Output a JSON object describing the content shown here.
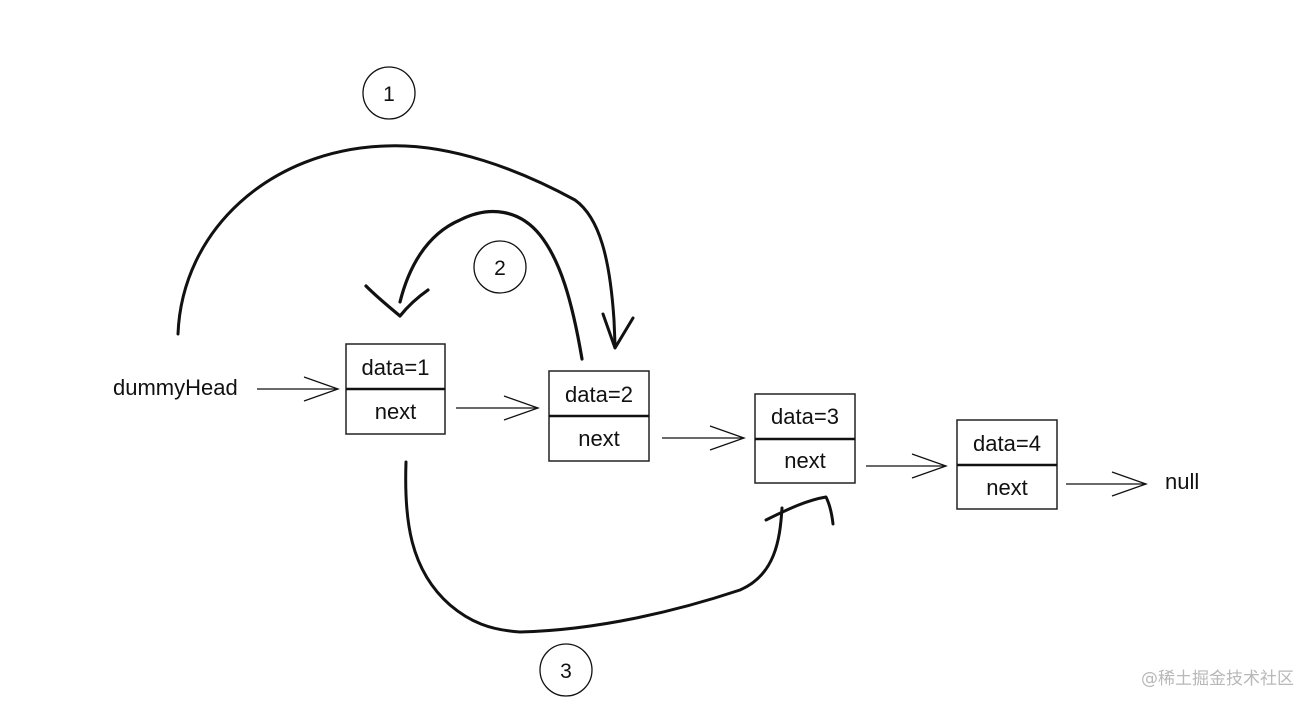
{
  "colors": {
    "ink": "#111111",
    "box_stroke": "#222222",
    "watermark": "#b8b8b8",
    "background": "#ffffff"
  },
  "head_label": "dummyHead",
  "null_label": "null",
  "nodes": [
    {
      "data_label": "data=1",
      "next_label": "next"
    },
    {
      "data_label": "data=2",
      "next_label": "next"
    },
    {
      "data_label": "data=3",
      "next_label": "next"
    },
    {
      "data_label": "data=4",
      "next_label": "next"
    }
  ],
  "steps": [
    {
      "label": "1"
    },
    {
      "label": "2"
    },
    {
      "label": "3"
    }
  ],
  "watermark": "@稀土掘金技术社区"
}
